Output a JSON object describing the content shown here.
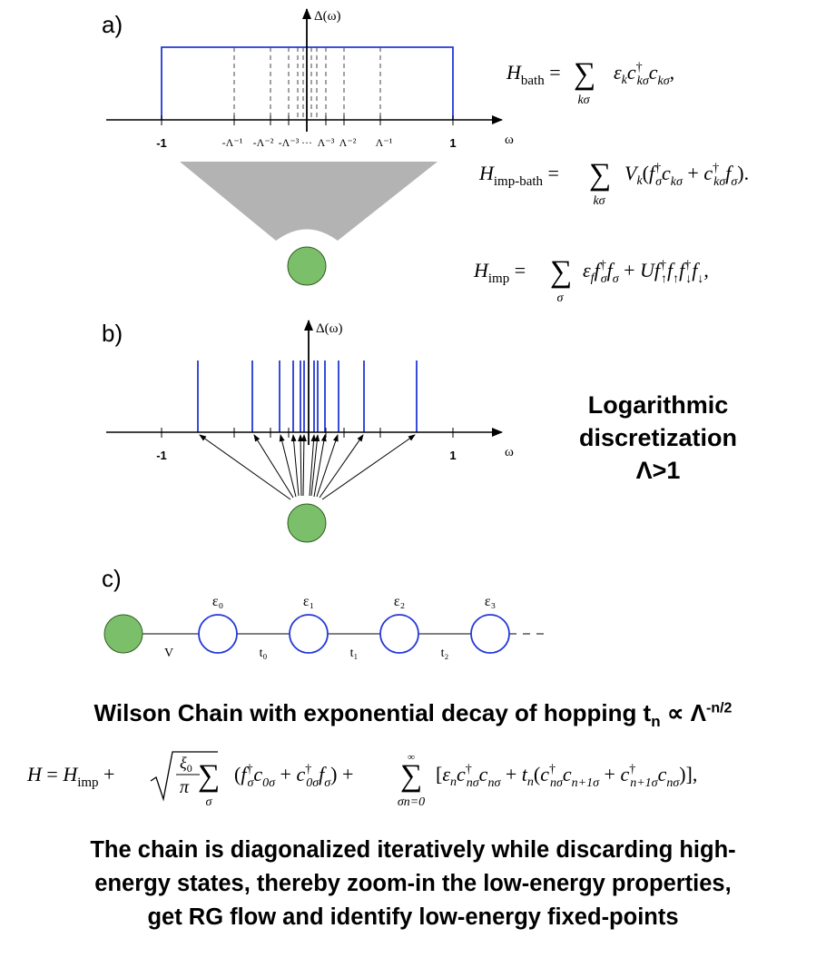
{
  "panel_a": {
    "label": "a)",
    "y_axis_label": "Δ(ω)",
    "x_axis_label": "ω",
    "tick_labels": [
      "-1",
      "-Λ⁻¹",
      "-Λ⁻²",
      "-Λ⁻³",
      "···",
      "Λ⁻³",
      "Λ⁻²",
      "Λ⁻¹",
      "1"
    ],
    "band_color": "#2438d6"
  },
  "panel_b": {
    "label": "b)",
    "y_axis_label": "Δ(ω)",
    "x_axis_label": "ω",
    "tick_labels": [
      "-1",
      "1"
    ]
  },
  "panel_c": {
    "label": "c)",
    "site_labels": [
      "ε₀",
      "ε₁",
      "ε₂",
      "ε₃"
    ],
    "bond_labels": [
      "V",
      "t₀",
      "t₁",
      "t₂"
    ],
    "impurity_color": "#7cbf6a",
    "site_color": "#2438d6"
  },
  "equations": {
    "h_bath": {
      "lhs": "H",
      "lhs_sub": "bath",
      "sum_index": "kσ"
    },
    "h_imp_bath": {
      "lhs": "H",
      "lhs_sub": "imp-bath",
      "sum_index": "kσ"
    },
    "h_imp": {
      "lhs": "H",
      "lhs_sub": "imp",
      "sum_index": "σ"
    },
    "h_chain": {
      "lhs": "H",
      "sum_index_1": "σ",
      "sum_index_2": "σn=0",
      "sum_upper_2": "∞"
    }
  },
  "log_discretization": {
    "line1": "Logarithmic",
    "line2": "discretization",
    "line3": "Λ>1"
  },
  "wilson_chain": {
    "text": "Wilson Chain with exponential decay of hopping t",
    "subscript": "n",
    "relation": " ∝ Λ",
    "exponent": "-n/2"
  },
  "conclusion": {
    "line1": "The chain is diagonalized iteratively while discarding high-",
    "line2": "energy states, thereby zoom-in the low-energy properties,",
    "line3": "get RG flow and identify low-energy fixed-points"
  }
}
